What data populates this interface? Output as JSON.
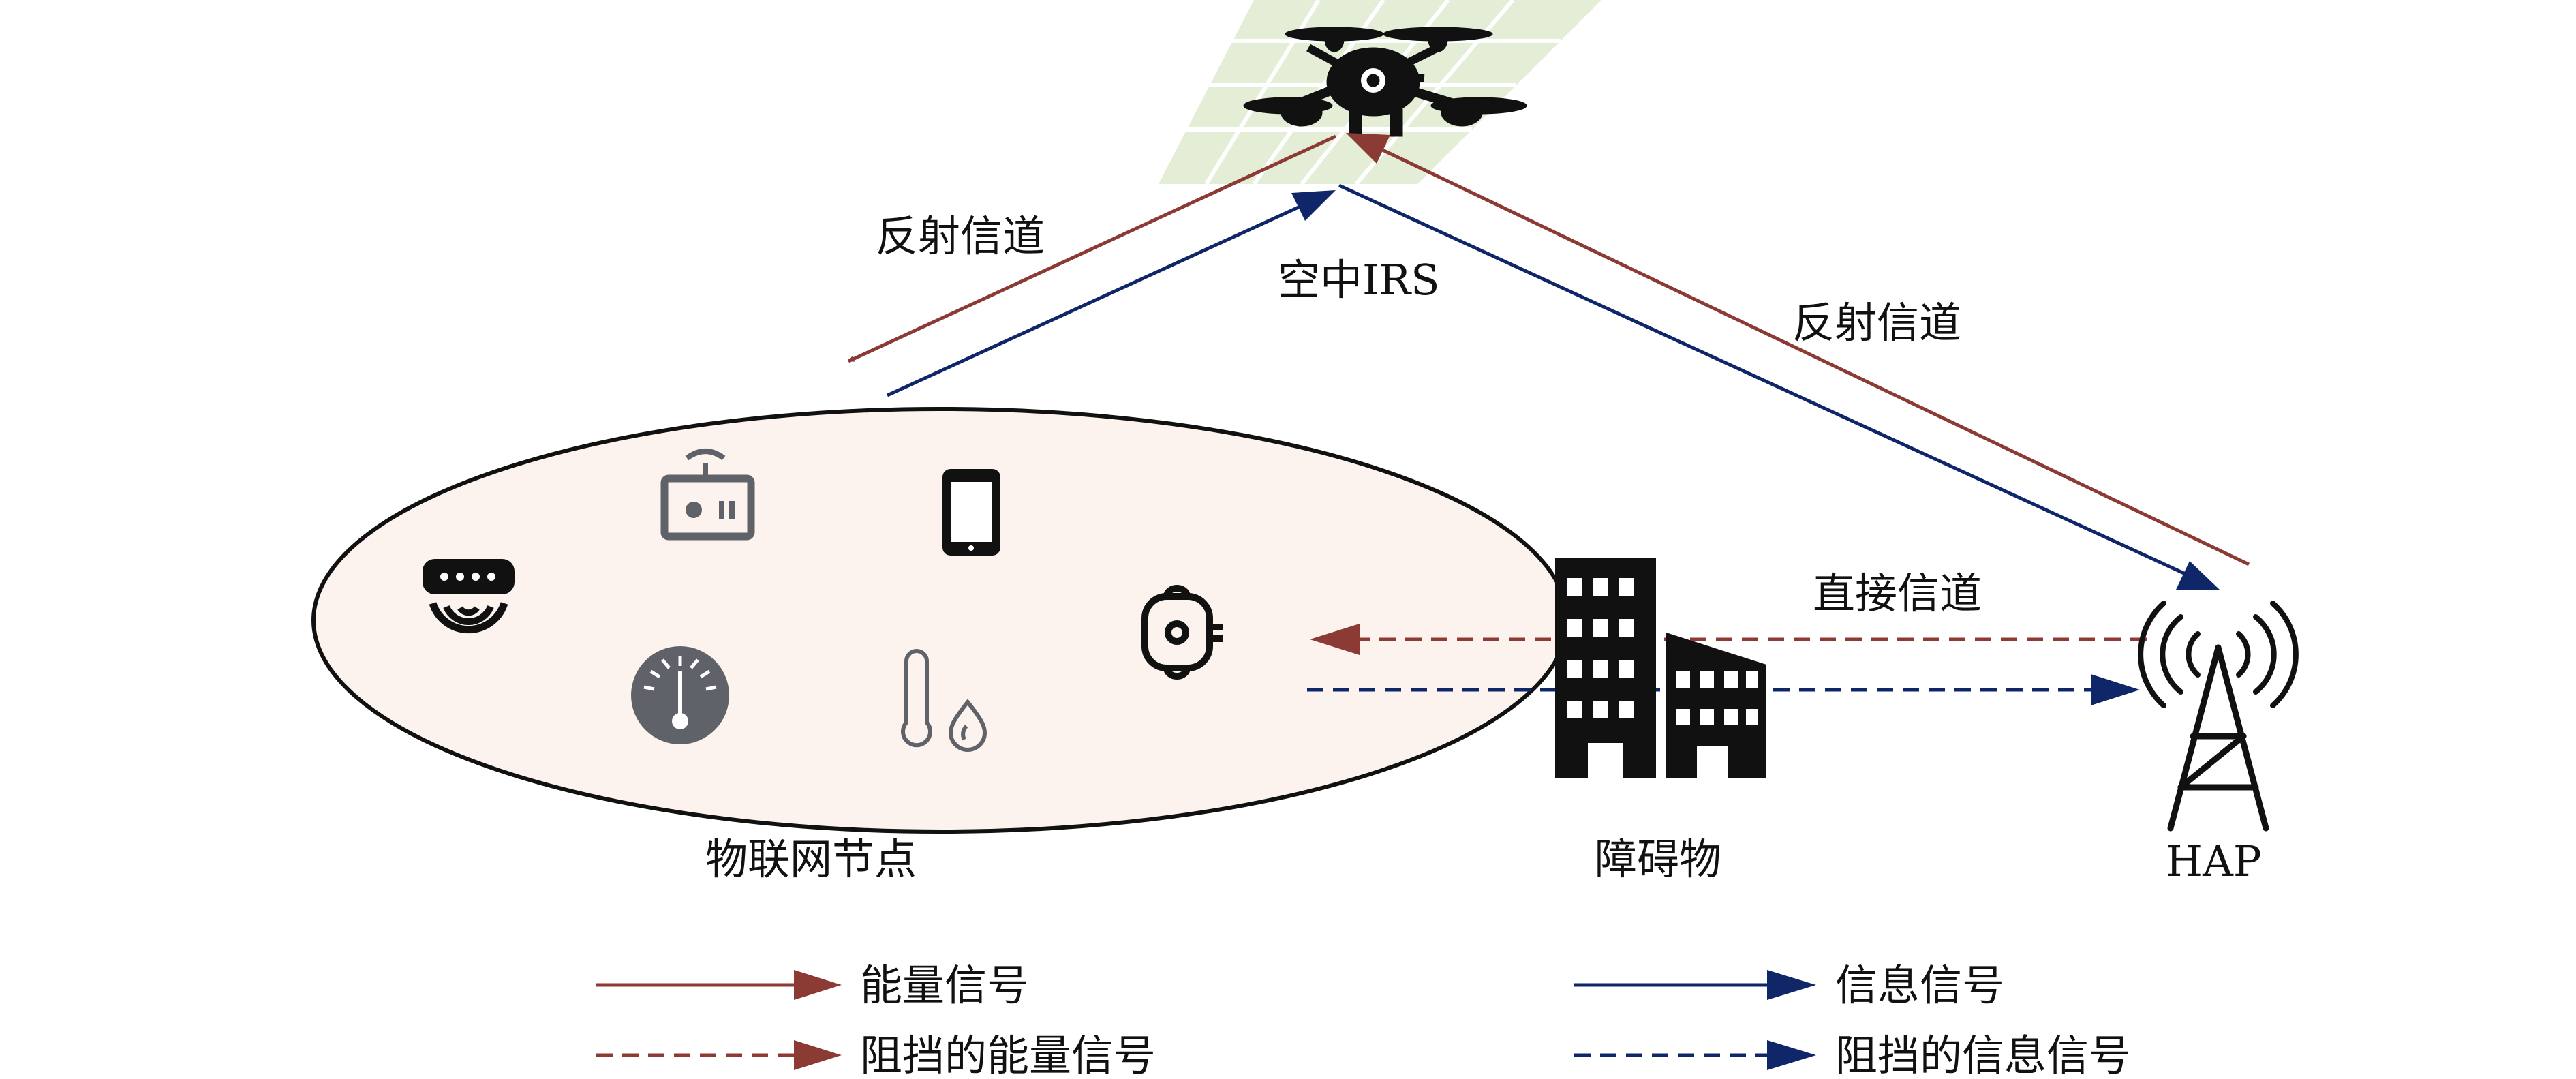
{
  "labels": {
    "reflect_channel_left": "反射信道",
    "reflect_channel_right": "反射信道",
    "aerial_irs": "空中IRS",
    "direct_channel": "直接信道",
    "iot_nodes": "物联网节点",
    "obstacle": "障碍物",
    "hap": "HAP"
  },
  "legend": {
    "energy_signal": "能量信号",
    "info_signal": "信息信号",
    "blocked_energy_signal": "阻挡的能量信号",
    "blocked_info_signal": "阻挡的信息信号"
  },
  "colors": {
    "energy": "#8B3A34",
    "information": "#0F2668",
    "ellipse_fill": "#FCF3EE",
    "irs_panel": "#E4EDD6",
    "icon_gray": "#5F6269",
    "icon_dark": "#111111"
  },
  "icons": [
    "drone-icon",
    "irs-panel-icon",
    "router-icon",
    "remote-control-icon",
    "smartphone-icon",
    "wearable-sensor-icon",
    "gauge-icon",
    "temperature-humidity-icon",
    "buildings-icon",
    "tower-icon"
  ]
}
